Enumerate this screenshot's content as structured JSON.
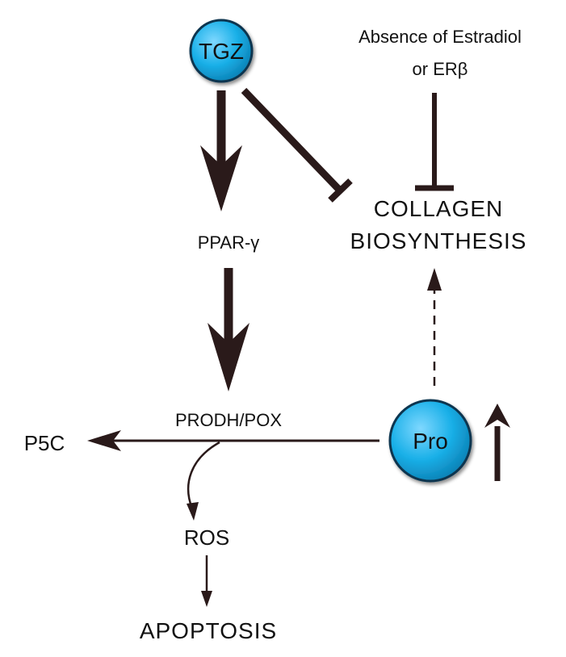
{
  "nodes": {
    "tgz": "TGZ",
    "pro": "Pro",
    "ppar": "PPAR-γ",
    "prodh": "PRODH/POX",
    "p5c": "P5C",
    "ros": "ROS",
    "apoptosis": "APOPTOSIS",
    "collagen_line1": "COLLAGEN",
    "collagen_line2": "BIOSYNTHESIS",
    "estradiol_line1": "Absence of Estradiol",
    "estradiol_line2": "or ERβ"
  },
  "colors": {
    "circle_fill": "#1ab0e8",
    "circle_stroke": "#0a3550",
    "arrow": "#2a1a1a",
    "text": "#111111"
  }
}
